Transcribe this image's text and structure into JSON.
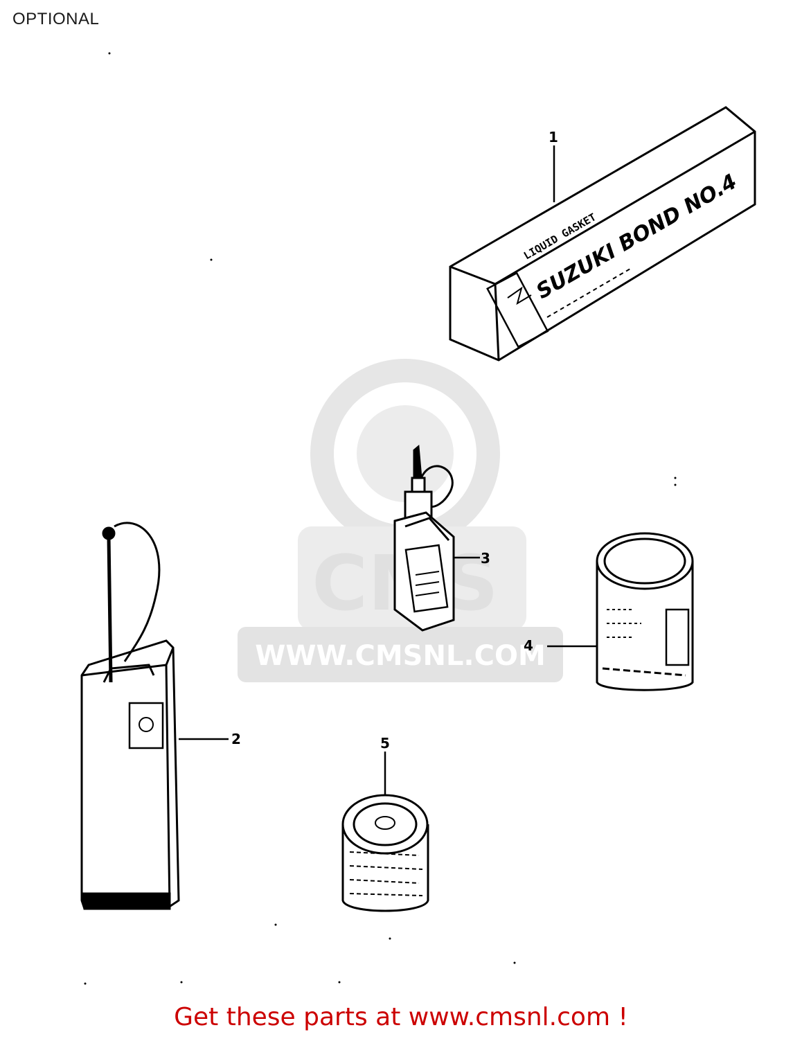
{
  "title": "OPTIONAL",
  "watermark": {
    "text": "WWW.CMSNL.COM",
    "brand": "CMS"
  },
  "parts": [
    {
      "ref": "1",
      "label_lines": [
        "LIQUID GASKET",
        "SUZUKI BOND NO.4"
      ]
    },
    {
      "ref": "2",
      "label_lines": []
    },
    {
      "ref": "3",
      "label_lines": []
    },
    {
      "ref": "4",
      "label_lines": []
    },
    {
      "ref": "5",
      "label_lines": []
    }
  ],
  "footer": {
    "text": "Get these parts at www.cmsnl.com !",
    "color": "#cc0000"
  },
  "colors": {
    "line": "#000000",
    "watermark": "#e3e3e3"
  }
}
